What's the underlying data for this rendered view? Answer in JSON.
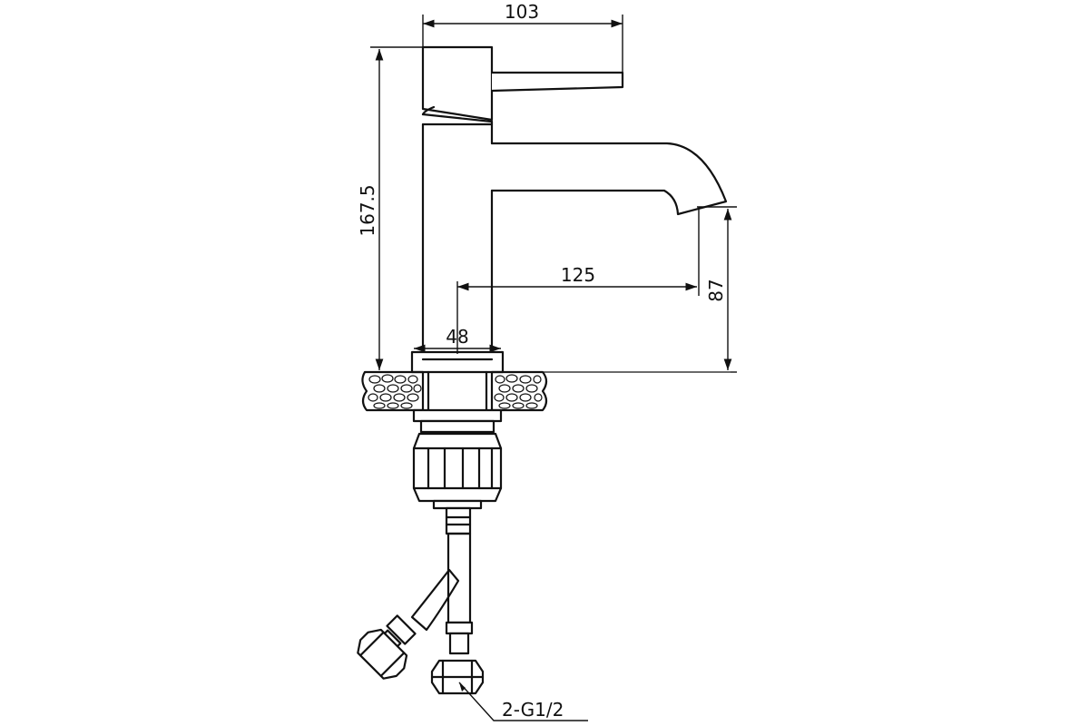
{
  "dimensions": {
    "handle_reach": "103",
    "total_height": "167.5",
    "spout_reach": "125",
    "spout_height": "87",
    "base_diameter": "48"
  },
  "connection_label": "2-G1/2"
}
